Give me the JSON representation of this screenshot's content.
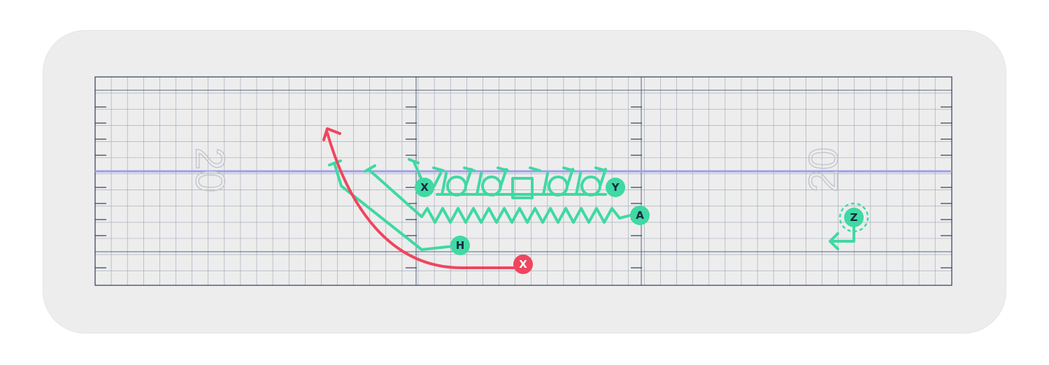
{
  "field": {
    "yard_numbers": [
      "20",
      "20"
    ],
    "scrimmage_color": "#9d9ee6",
    "grid_color": "#9aa3b5",
    "border_color": "#2f3d5a"
  },
  "colors": {
    "offense_route": "#3fd9a3",
    "defense_route": "#f0455e",
    "label_dark": "#1b2740",
    "label_light": "#ffffff"
  },
  "players": [
    {
      "id": "x-top",
      "label": "X",
      "team": "offense"
    },
    {
      "id": "y",
      "label": "Y",
      "team": "offense"
    },
    {
      "id": "a",
      "label": "A",
      "team": "offense"
    },
    {
      "id": "h",
      "label": "H",
      "team": "offense"
    },
    {
      "id": "x-red",
      "label": "X",
      "team": "defense"
    },
    {
      "id": "z",
      "label": "Z",
      "team": "offense",
      "motion": true
    }
  ]
}
